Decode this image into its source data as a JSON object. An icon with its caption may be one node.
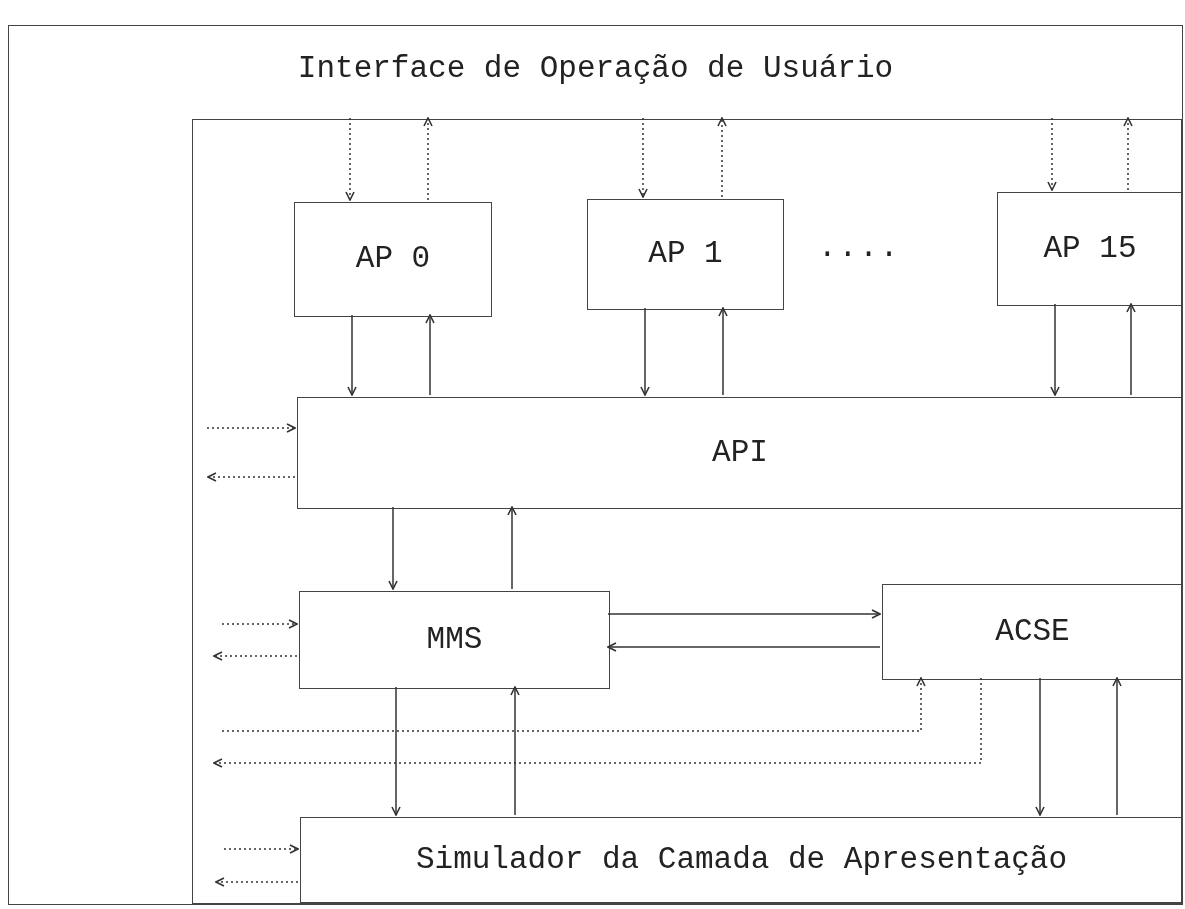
{
  "diagram": {
    "nodes": [
      {
        "text": [
          "Interface de Operação de Usuário"
        ]
      },
      {
        "text": [],
        "shape": "box",
        "in": 0
      },
      {
        "text": [
          "AP 0"
        ],
        "in": 1
      },
      {
        "text": [
          "AP 1"
        ],
        "in": 1
      },
      {
        "text": [
          "AP 15"
        ],
        "in": 1
      },
      {
        "text": [
          "API"
        ],
        "in": 1
      },
      {
        "text": [
          "MMS"
        ],
        "in": 1
      },
      {
        "text": [
          "ACSE"
        ],
        "in": 1
      },
      {
        "text": [
          "Simulador da Camada de Apresentação"
        ],
        "in": 1
      }
    ],
    "edges": [
      {
        "from": 1,
        "to": 2,
        "arrow": "to",
        "style": "dashed"
      },
      {
        "from": 2,
        "to": 1,
        "arrow": "to",
        "style": "dashed"
      },
      {
        "from": 1,
        "to": 3,
        "arrow": "to",
        "style": "dashed"
      },
      {
        "from": 3,
        "to": 1,
        "arrow": "to",
        "style": "dashed"
      },
      {
        "from": 1,
        "to": 4,
        "arrow": "to",
        "style": "dashed"
      },
      {
        "from": 4,
        "to": 1,
        "arrow": "to",
        "style": "dashed"
      },
      {
        "from": 2,
        "to": 5,
        "arrow": "to"
      },
      {
        "from": 5,
        "to": 2,
        "arrow": "to"
      },
      {
        "from": 3,
        "to": 5,
        "arrow": "to"
      },
      {
        "from": 5,
        "to": 3,
        "arrow": "to"
      },
      {
        "from": 4,
        "to": 5,
        "arrow": "to"
      },
      {
        "from": 5,
        "to": 4,
        "arrow": "to"
      },
      {
        "from": null,
        "to": 5,
        "arrow": "to",
        "style": "dashed"
      },
      {
        "from": 5,
        "to": null,
        "arrow": "to",
        "style": "dashed"
      },
      {
        "from": 5,
        "to": 6,
        "arrow": "to"
      },
      {
        "from": 6,
        "to": 5,
        "arrow": "to"
      },
      {
        "from": 6,
        "to": 7,
        "arrow": "to"
      },
      {
        "from": 7,
        "to": 6,
        "arrow": "to"
      },
      {
        "from": null,
        "to": 6,
        "arrow": "to",
        "style": "dashed"
      },
      {
        "from": 6,
        "to": null,
        "arrow": "to",
        "style": "dashed"
      },
      {
        "from": null,
        "to": 7,
        "arrow": "to",
        "style": "dashed"
      },
      {
        "from": 7,
        "to": null,
        "arrow": "to",
        "style": "dashed"
      },
      {
        "from": 6,
        "to": 8,
        "arrow": "to"
      },
      {
        "from": 8,
        "to": 6,
        "arrow": "to"
      },
      {
        "from": 7,
        "to": 8,
        "arrow": "to"
      },
      {
        "from": 8,
        "to": 7,
        "arrow": "to"
      },
      {
        "from": null,
        "to": 8,
        "arrow": "to",
        "style": "dashed"
      },
      {
        "from": 8,
        "to": null,
        "arrow": "to",
        "style": "dashed"
      }
    ],
    "labels": [
      "...."
    ]
  }
}
